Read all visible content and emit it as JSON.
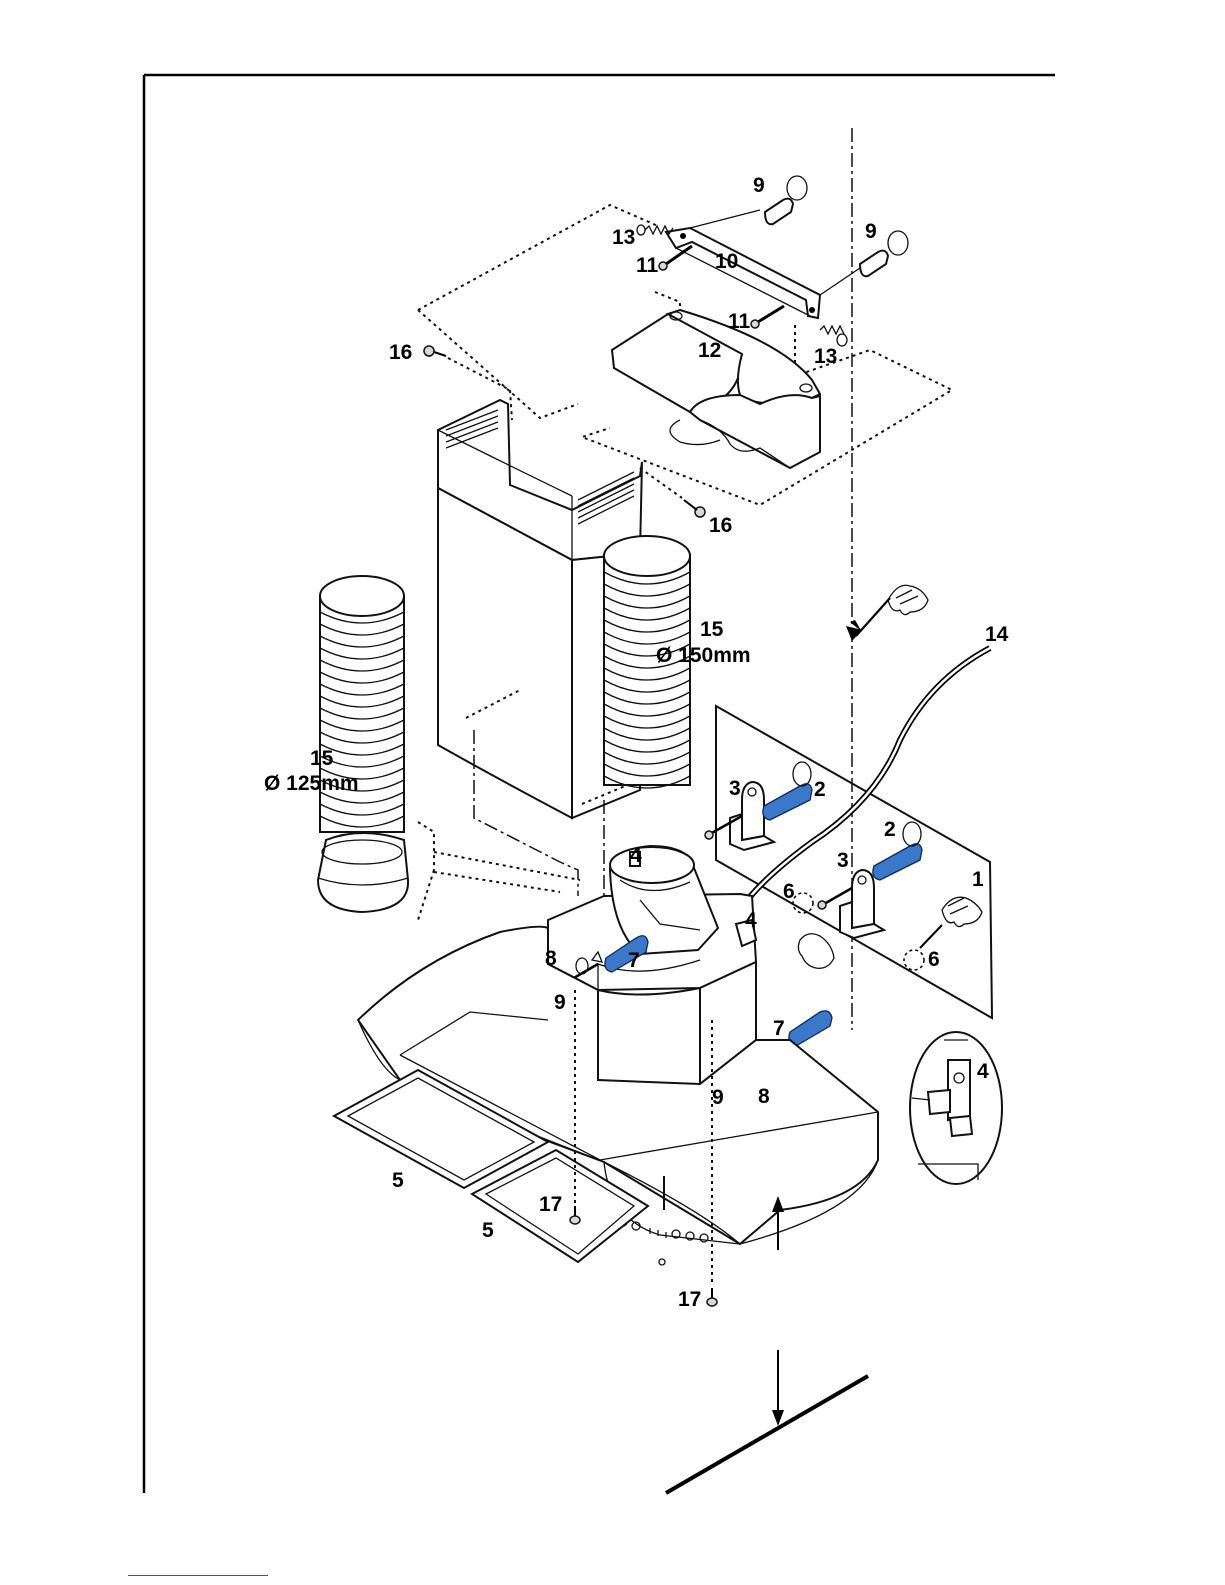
{
  "diagram": {
    "labels": {
      "wall": "1",
      "wall_plug_upper": "2",
      "wall_plug_lower": "2",
      "bracket_upper": "3",
      "bracket_lower": "3",
      "hook_right": "4",
      "hook_left": "4",
      "hook_detail": "4",
      "filter_left": "5",
      "filter_right": "5",
      "marker_upper": "6",
      "marker_lower": "6",
      "plug_left": "7",
      "plug_right": "7",
      "washer_left": "8",
      "washer_right": "8",
      "plug_top_left": "9",
      "plug_top_right": "9",
      "screw_left": "9",
      "screw_right": "9",
      "bracket_top": "10",
      "screw_top_left": "11",
      "screw_top_right": "11",
      "duct_adapter": "12",
      "spring_left": "13",
      "spring_right": "13",
      "cable": "14",
      "hose_large": "15",
      "hose_large_size": "Ø 150mm",
      "hose_small": "15",
      "hose_small_size": "Ø 125mm",
      "screw_chimney_top": "16",
      "screw_chimney_mid": "16",
      "screw_bottom_left": "17",
      "screw_bottom_right": "17"
    }
  }
}
